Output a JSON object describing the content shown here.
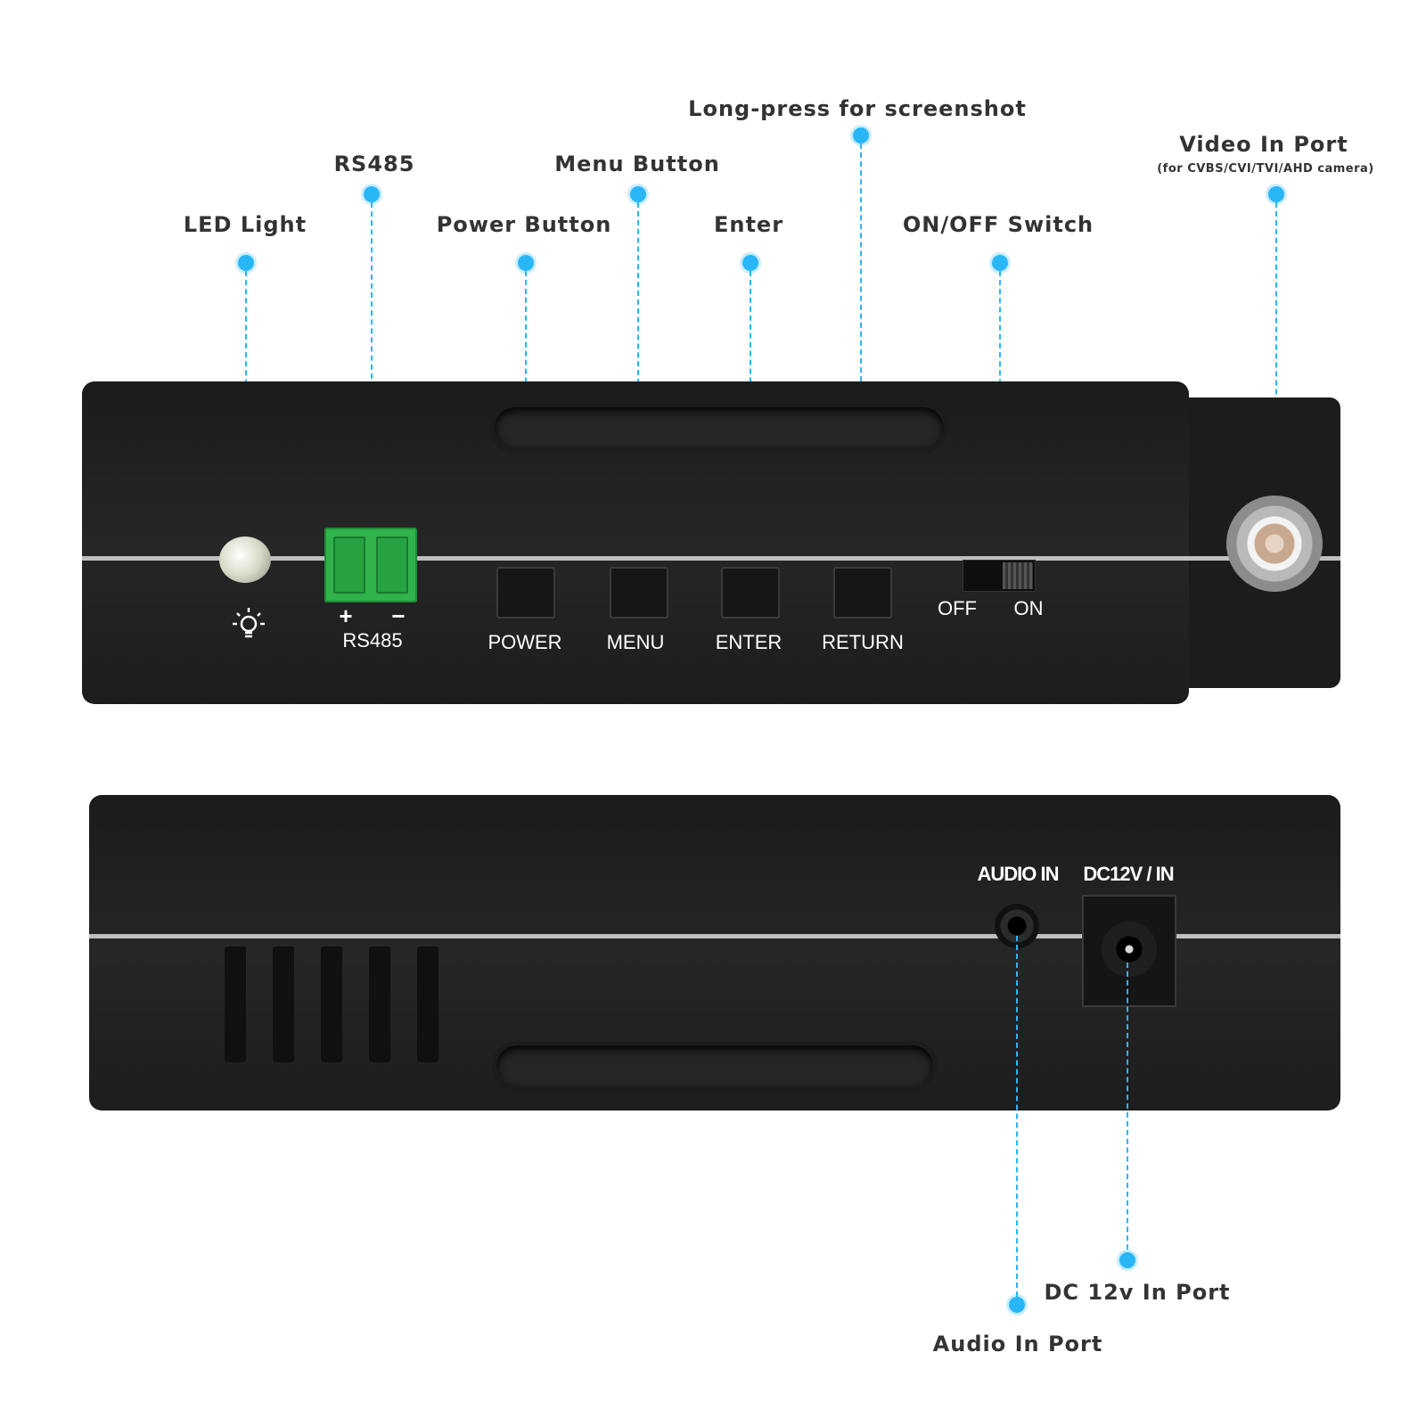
{
  "callouts": {
    "led_light": "LED Light",
    "rs485": "RS485",
    "power_button": "Power Button",
    "menu_button": "Menu Button",
    "enter": "Enter",
    "long_press": "Long-press for screenshot",
    "on_off_switch": "ON/OFF Switch",
    "video_in_port": "Video In Port",
    "video_in_sub": "(for CVBS/CVI/TVI/AHD camera)",
    "dc_in_port": "DC 12v In Port",
    "audio_in_port": "Audio In Port"
  },
  "top_panel": {
    "rs485_plus": "+",
    "rs485_minus": "−",
    "rs485_label": "RS485",
    "power": "POWER",
    "menu": "MENU",
    "enter": "ENTER",
    "return": "RETURN",
    "off": "OFF",
    "on": "ON"
  },
  "bottom_panel": {
    "audio_in": "AUDIO IN",
    "dc_in": "DC12V / IN"
  },
  "colors": {
    "accent": "#29b6f6",
    "terminal_green": "#2fb34a",
    "device_body": "#1e1e1e"
  }
}
